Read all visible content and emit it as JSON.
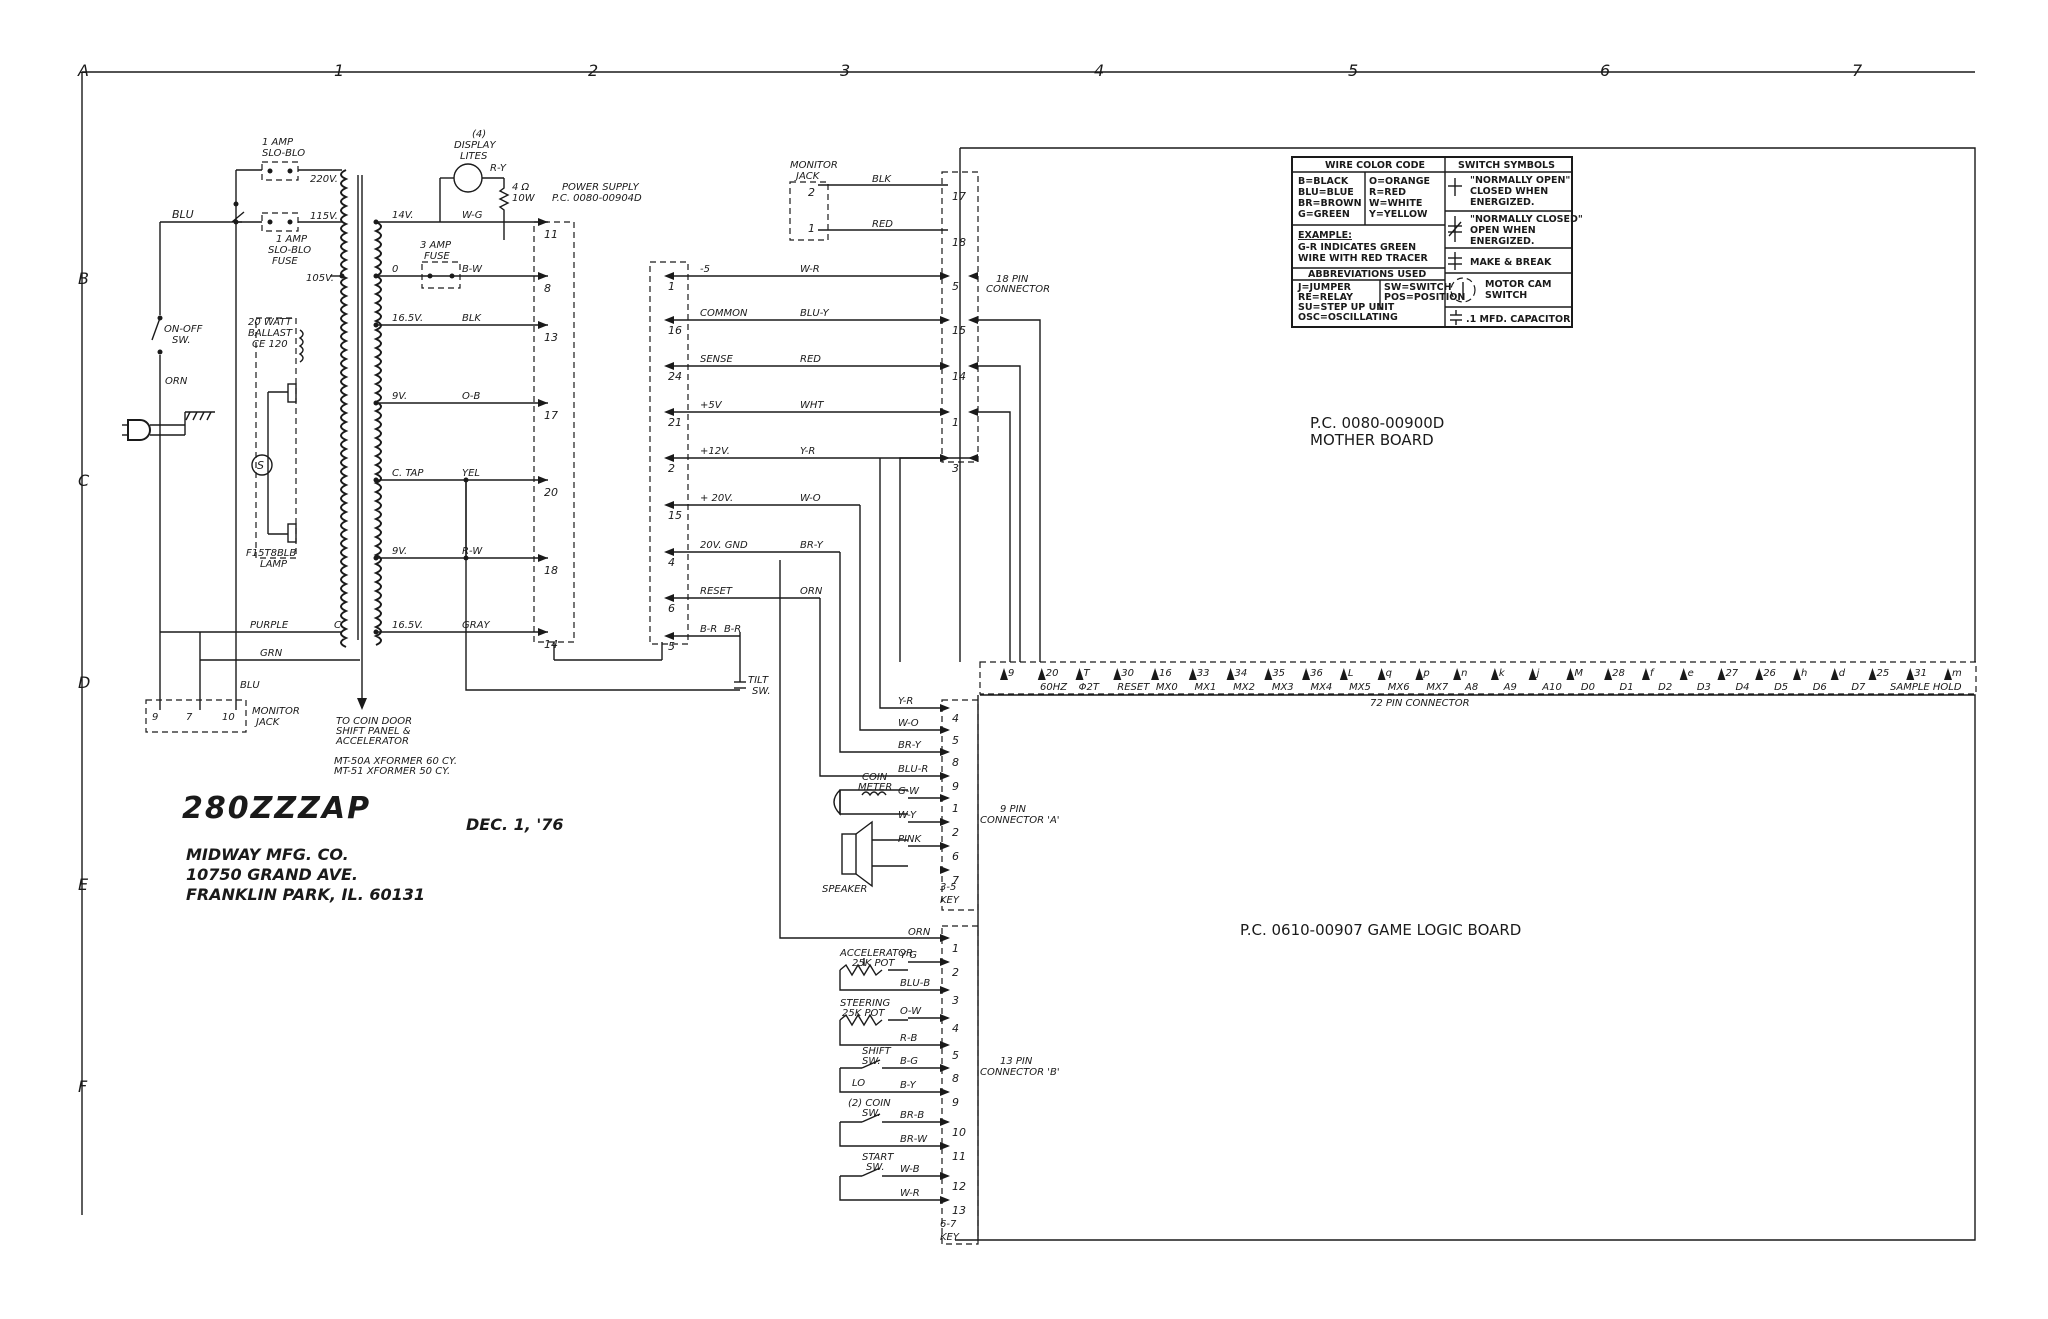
{
  "grid": {
    "columns": [
      "1",
      "2",
      "3",
      "4",
      "5",
      "6",
      "7"
    ],
    "rows": [
      "A",
      "B",
      "C",
      "D",
      "E",
      "F"
    ]
  },
  "title_block": {
    "title": "280ZZZAP",
    "date": "DEC. 1, '76",
    "company": "MIDWAY MFG. CO.",
    "address1": "10750 GRAND AVE.",
    "address2": "FRANKLIN PARK, IL. 60131"
  },
  "power": {
    "fuse1": [
      "1 AMP",
      "SLO-BLO"
    ],
    "fuse2": [
      "1 AMP",
      "SLO-BLO",
      "FUSE"
    ],
    "fuse3": [
      "3 AMP",
      "FUSE"
    ],
    "blu": "BLU",
    "orn": "ORN",
    "onoff": [
      "ON-OFF",
      "SW."
    ],
    "ballast": [
      "20 WATT",
      "BALLAST",
      "CE 120"
    ],
    "lamp": [
      "F15T8BLB",
      "LAMP"
    ],
    "starter": "S",
    "purple": "PURPLE",
    "grn": "GRN",
    "blu2": "BLU",
    "c": "C",
    "taps": [
      "220V.",
      "115V.",
      "105V."
    ],
    "display": [
      "(4)",
      "DISPLAY",
      "LITES"
    ],
    "ry": "R-Y",
    "res": [
      "4 Ω",
      "10W"
    ],
    "monitor_jack_bottom": [
      "MONITOR",
      "JACK"
    ],
    "monitor_jack_pins": [
      "9",
      "7",
      "10"
    ],
    "to_coin": [
      "TO COIN DOOR",
      "SHIFT PANEL &",
      "ACCELERATOR"
    ],
    "xformer": [
      "MT-50A  XFORMER  60 CY.",
      "MT-51   XFORMER  50 CY."
    ]
  },
  "secondary": {
    "taps": [
      "14V.",
      "0",
      "16.5V.",
      "9V.",
      "C. TAP",
      "9V.",
      "16.5V."
    ],
    "wires": [
      "W-G",
      "B-W",
      "BLK",
      "O-B",
      "YEL",
      "R-W",
      "GRAY"
    ],
    "pins": [
      "11",
      "8",
      "13",
      "17",
      "20",
      "18",
      "14"
    ]
  },
  "power_supply": {
    "label": [
      "POWER SUPPLY",
      "P.C. 0080-00904D"
    ],
    "pins": [
      "1",
      "16",
      "24",
      "21",
      "2",
      "15",
      "4",
      "6",
      "5"
    ],
    "signals": [
      "-5",
      "COMMON",
      "SENSE",
      "+5V",
      "+12V.",
      "+ 20V.",
      "20V. GND",
      "RESET",
      "B-R"
    ],
    "wires": [
      "W-R",
      "BLU-Y",
      "RED",
      "WHT",
      "Y-R",
      "W-O",
      "BR-Y",
      "ORN",
      ""
    ]
  },
  "tilt": [
    "TILT",
    "SW."
  ],
  "monitor_jack_top": {
    "label": [
      "MONITOR",
      "JACK"
    ],
    "pins": [
      "2",
      "1"
    ],
    "wires": [
      "BLK",
      "RED"
    ]
  },
  "connector18": {
    "label": [
      "18 PIN",
      "CONNECTOR"
    ],
    "pins": [
      "17",
      "18",
      "5",
      "15",
      "14",
      "1",
      "3"
    ]
  },
  "mother_board": [
    "P.C. 0080-00900D",
    "MOTHER BOARD"
  ],
  "connector72": {
    "label": "72 PIN CONNECTOR",
    "pin_letters": [
      "9",
      "20",
      "T",
      "30",
      "16",
      "33",
      "34",
      "35",
      "36",
      "L",
      "q",
      "p",
      "n",
      "k",
      "j",
      "M",
      "28",
      "f",
      "e",
      "27",
      "26",
      "h",
      "d",
      "25",
      "31",
      "m"
    ],
    "signals": [
      "60HZ",
      "Φ2T",
      "RESET",
      "MX0",
      "MX1",
      "MX2",
      "MX3",
      "MX4",
      "MX5",
      "MX6",
      "MX7",
      "A8",
      "A9",
      "A10",
      "D0",
      "D1",
      "D2",
      "D3",
      "D4",
      "D5",
      "D6",
      "D7",
      "SAMPLE HOLD"
    ]
  },
  "connectorA": {
    "label": [
      "9 PIN",
      "CONNECTOR 'A'"
    ],
    "wires": [
      "Y-R",
      "W-O",
      "BR-Y",
      "BLU-R",
      "G-W",
      "W-Y",
      "PINK"
    ],
    "pins": [
      "4",
      "5",
      "8",
      "9",
      "1",
      "2",
      "6",
      "7"
    ],
    "key": [
      "3-5",
      "KEY"
    ],
    "coin_meter": [
      "COIN",
      "METER"
    ],
    "speaker": "SPEAKER"
  },
  "game_logic_board": "P.C. 0610-00907 GAME LOGIC BOARD",
  "connectorB": {
    "label": [
      "13 PIN",
      "CONNECTOR 'B'"
    ],
    "orn": "ORN",
    "pins": [
      "1",
      "2",
      "3",
      "4",
      "5",
      "8",
      "9",
      "10",
      "11",
      "12",
      "13"
    ],
    "key": [
      "6-7",
      "KEY"
    ],
    "wires": [
      "Y G",
      "BLU-B",
      "O-W",
      "R-B",
      "B-G",
      "B-Y",
      "BR-B",
      "BR-W",
      "W-B",
      "W-R"
    ],
    "accelerator": [
      "ACCELERATOR",
      "25K POT"
    ],
    "steering": [
      "STEERING",
      "25K POT"
    ],
    "shift": [
      "SHIFT",
      "SW."
    ],
    "lo": "LO",
    "coin": [
      "(2) COIN",
      "SW."
    ],
    "start": [
      "START",
      "SW."
    ]
  },
  "legend": {
    "wire_header": "WIRE COLOR CODE",
    "wire_left": [
      "B=BLACK",
      "BLU=BLUE",
      "BR=BROWN",
      "G=GREEN"
    ],
    "wire_right": [
      "O=ORANGE",
      "R=RED",
      "W=WHITE",
      "Y=YELLOW"
    ],
    "example_header": "EXAMPLE:",
    "example": [
      "G-R  INDICATES GREEN",
      "WIRE  WITH RED TRACER"
    ],
    "abbr_header": "ABBREVIATIONS  USED",
    "abbr_left": [
      "J=JUMPER",
      "RE=RELAY",
      "SU=STEP UP UNIT",
      "OSC=OSCILLATING"
    ],
    "abbr_right": [
      "SW=SWITCH",
      "POS=POSITION"
    ],
    "switch_header": "SWITCH SYMBOLS",
    "switch_items": [
      [
        "\"NORMALLY OPEN\"",
        "CLOSED WHEN",
        "ENERGIZED."
      ],
      [
        "\"NORMALLY CLOSED\"",
        "OPEN WHEN",
        "ENERGIZED."
      ],
      [
        "MAKE & BREAK"
      ],
      [
        "MOTOR CAM",
        "SWITCH"
      ],
      [
        ".1 MFD. CAPACITOR"
      ]
    ]
  }
}
